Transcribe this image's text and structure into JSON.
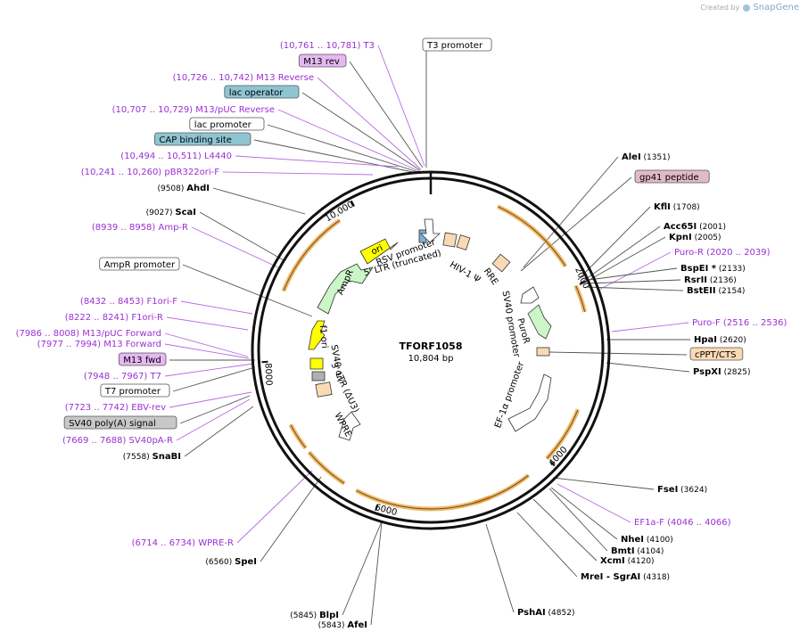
{
  "watermark": {
    "created_by": "Created by",
    "brand": "SnapGene"
  },
  "plasmid": {
    "name": "TFORF1058",
    "size": "10,804 bp",
    "length": 10804
  },
  "ticks": [
    "10,000",
    "2000",
    "4000",
    "6000",
    "8000"
  ],
  "left_labels": [
    {
      "text": "(10,761 .. 10,781)  T3",
      "kind": "primer"
    },
    {
      "text": "M13 rev",
      "kind": "box",
      "fill": "#e6b8f2"
    },
    {
      "text": "(10,726 .. 10,742)  M13 Reverse",
      "kind": "primer"
    },
    {
      "text": "lac operator",
      "kind": "box",
      "fill": "#8fc5d3"
    },
    {
      "text": "(10,707 .. 10,729)  M13/pUC Reverse",
      "kind": "primer"
    },
    {
      "text": "lac promoter",
      "kind": "box",
      "fill": "#ffffff"
    },
    {
      "text": "CAP binding site",
      "kind": "box",
      "fill": "#8fc5d3"
    },
    {
      "text": "(10,494 .. 10,511)  L4440",
      "kind": "primer"
    },
    {
      "text": "(10,241 .. 10,260)  pBR322ori-F",
      "kind": "primer"
    },
    {
      "pos": "(9508)",
      "name": "AhdI",
      "kind": "enzyme"
    },
    {
      "pos": "(9027)",
      "name": "ScaI",
      "kind": "enzyme"
    },
    {
      "text": "(8939 .. 8958)  Amp-R",
      "kind": "primer"
    },
    {
      "text": "AmpR promoter",
      "kind": "box",
      "fill": "#ffffff"
    },
    {
      "text": "(8432 .. 8453)  F1ori-F",
      "kind": "primer"
    },
    {
      "text": "(8222 .. 8241)  F1ori-R",
      "kind": "primer"
    },
    {
      "text": "(7986 .. 8008)  M13/pUC Forward",
      "kind": "primer"
    },
    {
      "text": "(7977 .. 7994)  M13 Forward",
      "kind": "primer"
    },
    {
      "text": "M13 fwd",
      "kind": "box",
      "fill": "#e6b8f2"
    },
    {
      "text": "(7948 .. 7967)  T7",
      "kind": "primer"
    },
    {
      "text": "T7 promoter",
      "kind": "box",
      "fill": "#ffffff"
    },
    {
      "text": "(7723 .. 7742)  EBV-rev",
      "kind": "primer"
    },
    {
      "text": "SV40 poly(A) signal",
      "kind": "box",
      "fill": "#c8c8c8"
    },
    {
      "text": "(7669 .. 7688)  SV40pA-R",
      "kind": "primer"
    },
    {
      "pos": "(7558)",
      "name": "SnaBI",
      "kind": "enzyme"
    },
    {
      "text": "(6714 .. 6734)  WPRE-R",
      "kind": "primer"
    },
    {
      "pos": "(6560)",
      "name": "SpeI",
      "kind": "enzyme"
    },
    {
      "pos": "(5845)",
      "name": "BlpI",
      "kind": "enzyme"
    },
    {
      "pos": "(5843)",
      "name": "AfeI",
      "kind": "enzyme"
    }
  ],
  "top_label": {
    "text": "T3 promoter"
  },
  "right_labels": [
    {
      "name": "AleI",
      "pos": "(1351)",
      "kind": "enzyme"
    },
    {
      "text": "gp41 peptide",
      "kind": "box",
      "fill": "#e3b9c6"
    },
    {
      "name": "KflI",
      "pos": "(1708)",
      "kind": "enzyme"
    },
    {
      "name": "Acc65I",
      "pos": "(2001)",
      "kind": "enzyme"
    },
    {
      "name": "KpnI",
      "pos": "(2005)",
      "kind": "enzyme"
    },
    {
      "text": "Puro-R  (2020 .. 2039)",
      "kind": "primer"
    },
    {
      "name": "BspEI *",
      "pos": "(2133)",
      "kind": "enzyme"
    },
    {
      "name": "RsrII",
      "pos": "(2136)",
      "kind": "enzyme"
    },
    {
      "name": "BstEII",
      "pos": "(2154)",
      "kind": "enzyme"
    },
    {
      "text": "Puro-F  (2516 .. 2536)",
      "kind": "primer"
    },
    {
      "name": "HpaI",
      "pos": "(2620)",
      "kind": "enzyme"
    },
    {
      "text": "cPPT/CTS",
      "kind": "box",
      "fill": "#fad9b5"
    },
    {
      "name": "PspXI",
      "pos": "(2825)",
      "kind": "enzyme"
    },
    {
      "name": "FseI",
      "pos": "(3624)",
      "kind": "enzyme"
    },
    {
      "text": "EF1a-F  (4046 .. 4066)",
      "kind": "primer"
    },
    {
      "name": "NheI",
      "pos": "(4100)",
      "kind": "enzyme"
    },
    {
      "name": "BmtI",
      "pos": "(4104)",
      "kind": "enzyme"
    },
    {
      "name": "XcmI",
      "pos": "(4120)",
      "kind": "enzyme"
    },
    {
      "name": "MreI  - SgrAI",
      "pos": "(4318)",
      "kind": "enzyme"
    },
    {
      "name": "PshAI",
      "pos": "(4852)",
      "kind": "enzyme"
    }
  ],
  "inner_features": {
    "rsv": "RSV promoter",
    "ltr5": "5' LTR (truncated)",
    "hiv": "HIV-1 Ψ",
    "rre": "RRE",
    "puror": "PuroR",
    "sv40p": "SV40 promoter",
    "ef1a": "EF-1α promoter",
    "wpre": "WPRE",
    "ltr3": "3' LTR (ΔU3)",
    "sv40ori": "SV40 ori",
    "f1ori": "f1 ori",
    "ampr": "AmpR",
    "ori": "ori"
  },
  "colors": {
    "primer": "#9b2fd4",
    "primer_line": "#b86ae0",
    "line": "#555555",
    "orf": "#e8a33d",
    "ori_fill": "#ffff00",
    "ampr_fill": "#ccf5c8",
    "ltr_fill": "#fad9b5"
  }
}
